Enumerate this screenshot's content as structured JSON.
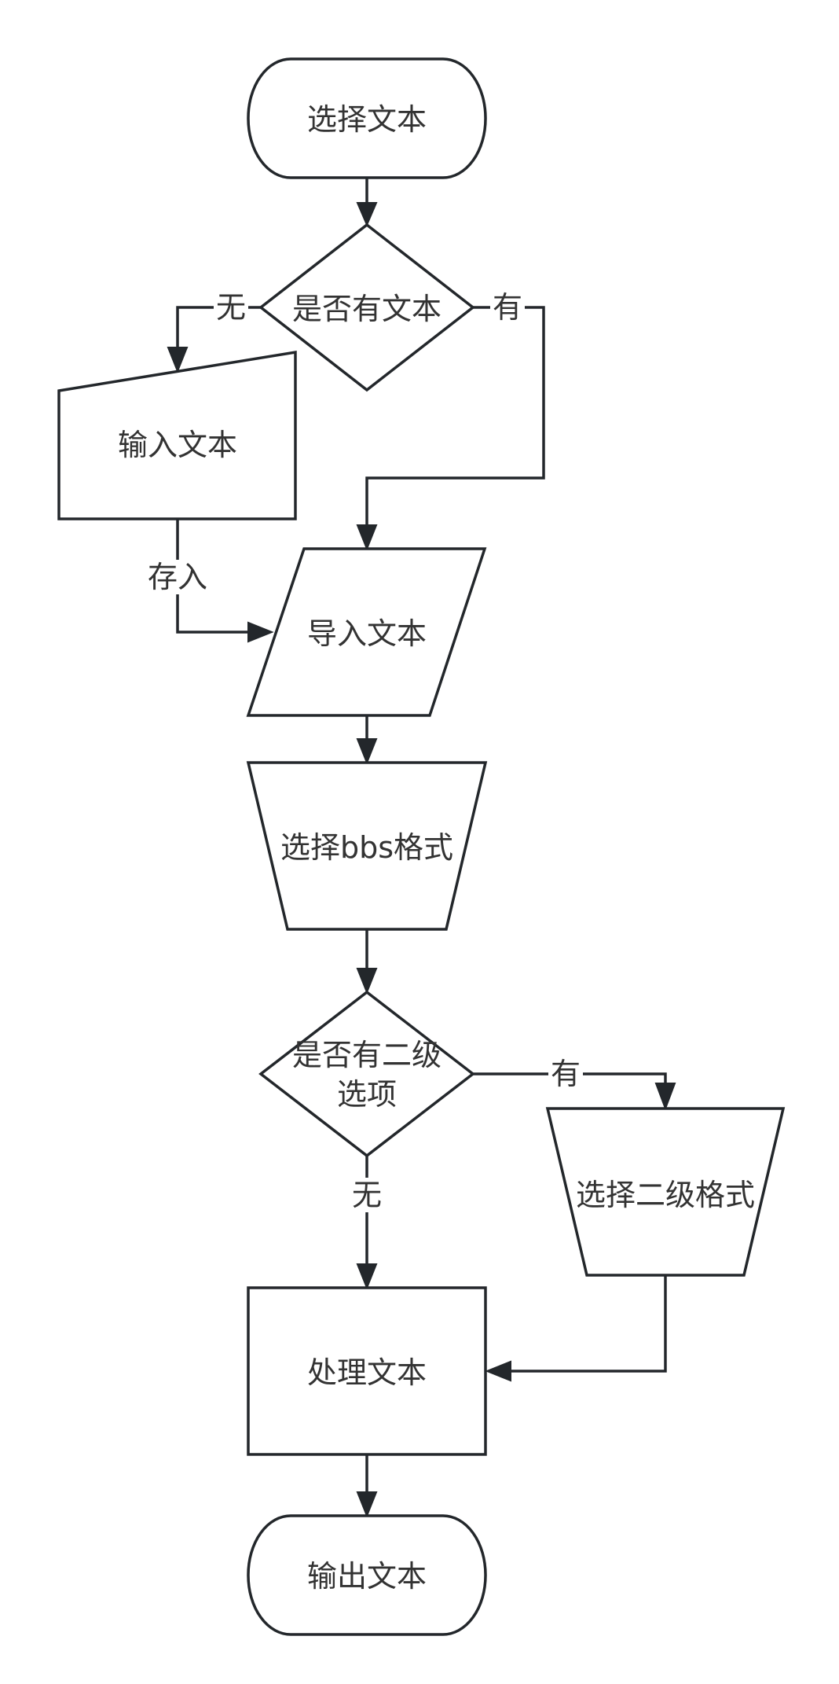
{
  "nodes": {
    "start": {
      "label": "选择文本",
      "shape": "terminator"
    },
    "has_text": {
      "label": "是否有文本",
      "shape": "decision"
    },
    "input_text": {
      "label": "输入文本",
      "shape": "manual-input"
    },
    "import_text": {
      "label": "导入文本",
      "shape": "data"
    },
    "select_bbs": {
      "label": "选择bbs格式",
      "shape": "manual-operation"
    },
    "has_sub_option": {
      "label_line1": "是否有二级",
      "label_line2": "选项",
      "shape": "decision"
    },
    "select_sub_format": {
      "label": "选择二级格式",
      "shape": "manual-operation"
    },
    "process_text": {
      "label": "处理文本",
      "shape": "process"
    },
    "output_text": {
      "label": "输出文本",
      "shape": "terminator"
    }
  },
  "edges": {
    "has_text_no": {
      "from": "has_text",
      "to": "input_text",
      "label": "无"
    },
    "has_text_yes": {
      "from": "has_text",
      "to": "import_text",
      "label": "有"
    },
    "input_to_import": {
      "from": "input_text",
      "to": "import_text",
      "label": "存入"
    },
    "sub_option_yes": {
      "from": "has_sub_option",
      "to": "select_sub_format",
      "label": "有"
    },
    "sub_option_no": {
      "from": "has_sub_option",
      "to": "process_text",
      "label": "无"
    }
  },
  "colors": {
    "stroke": "#23272b",
    "text": "#333333",
    "background": "#ffffff"
  }
}
